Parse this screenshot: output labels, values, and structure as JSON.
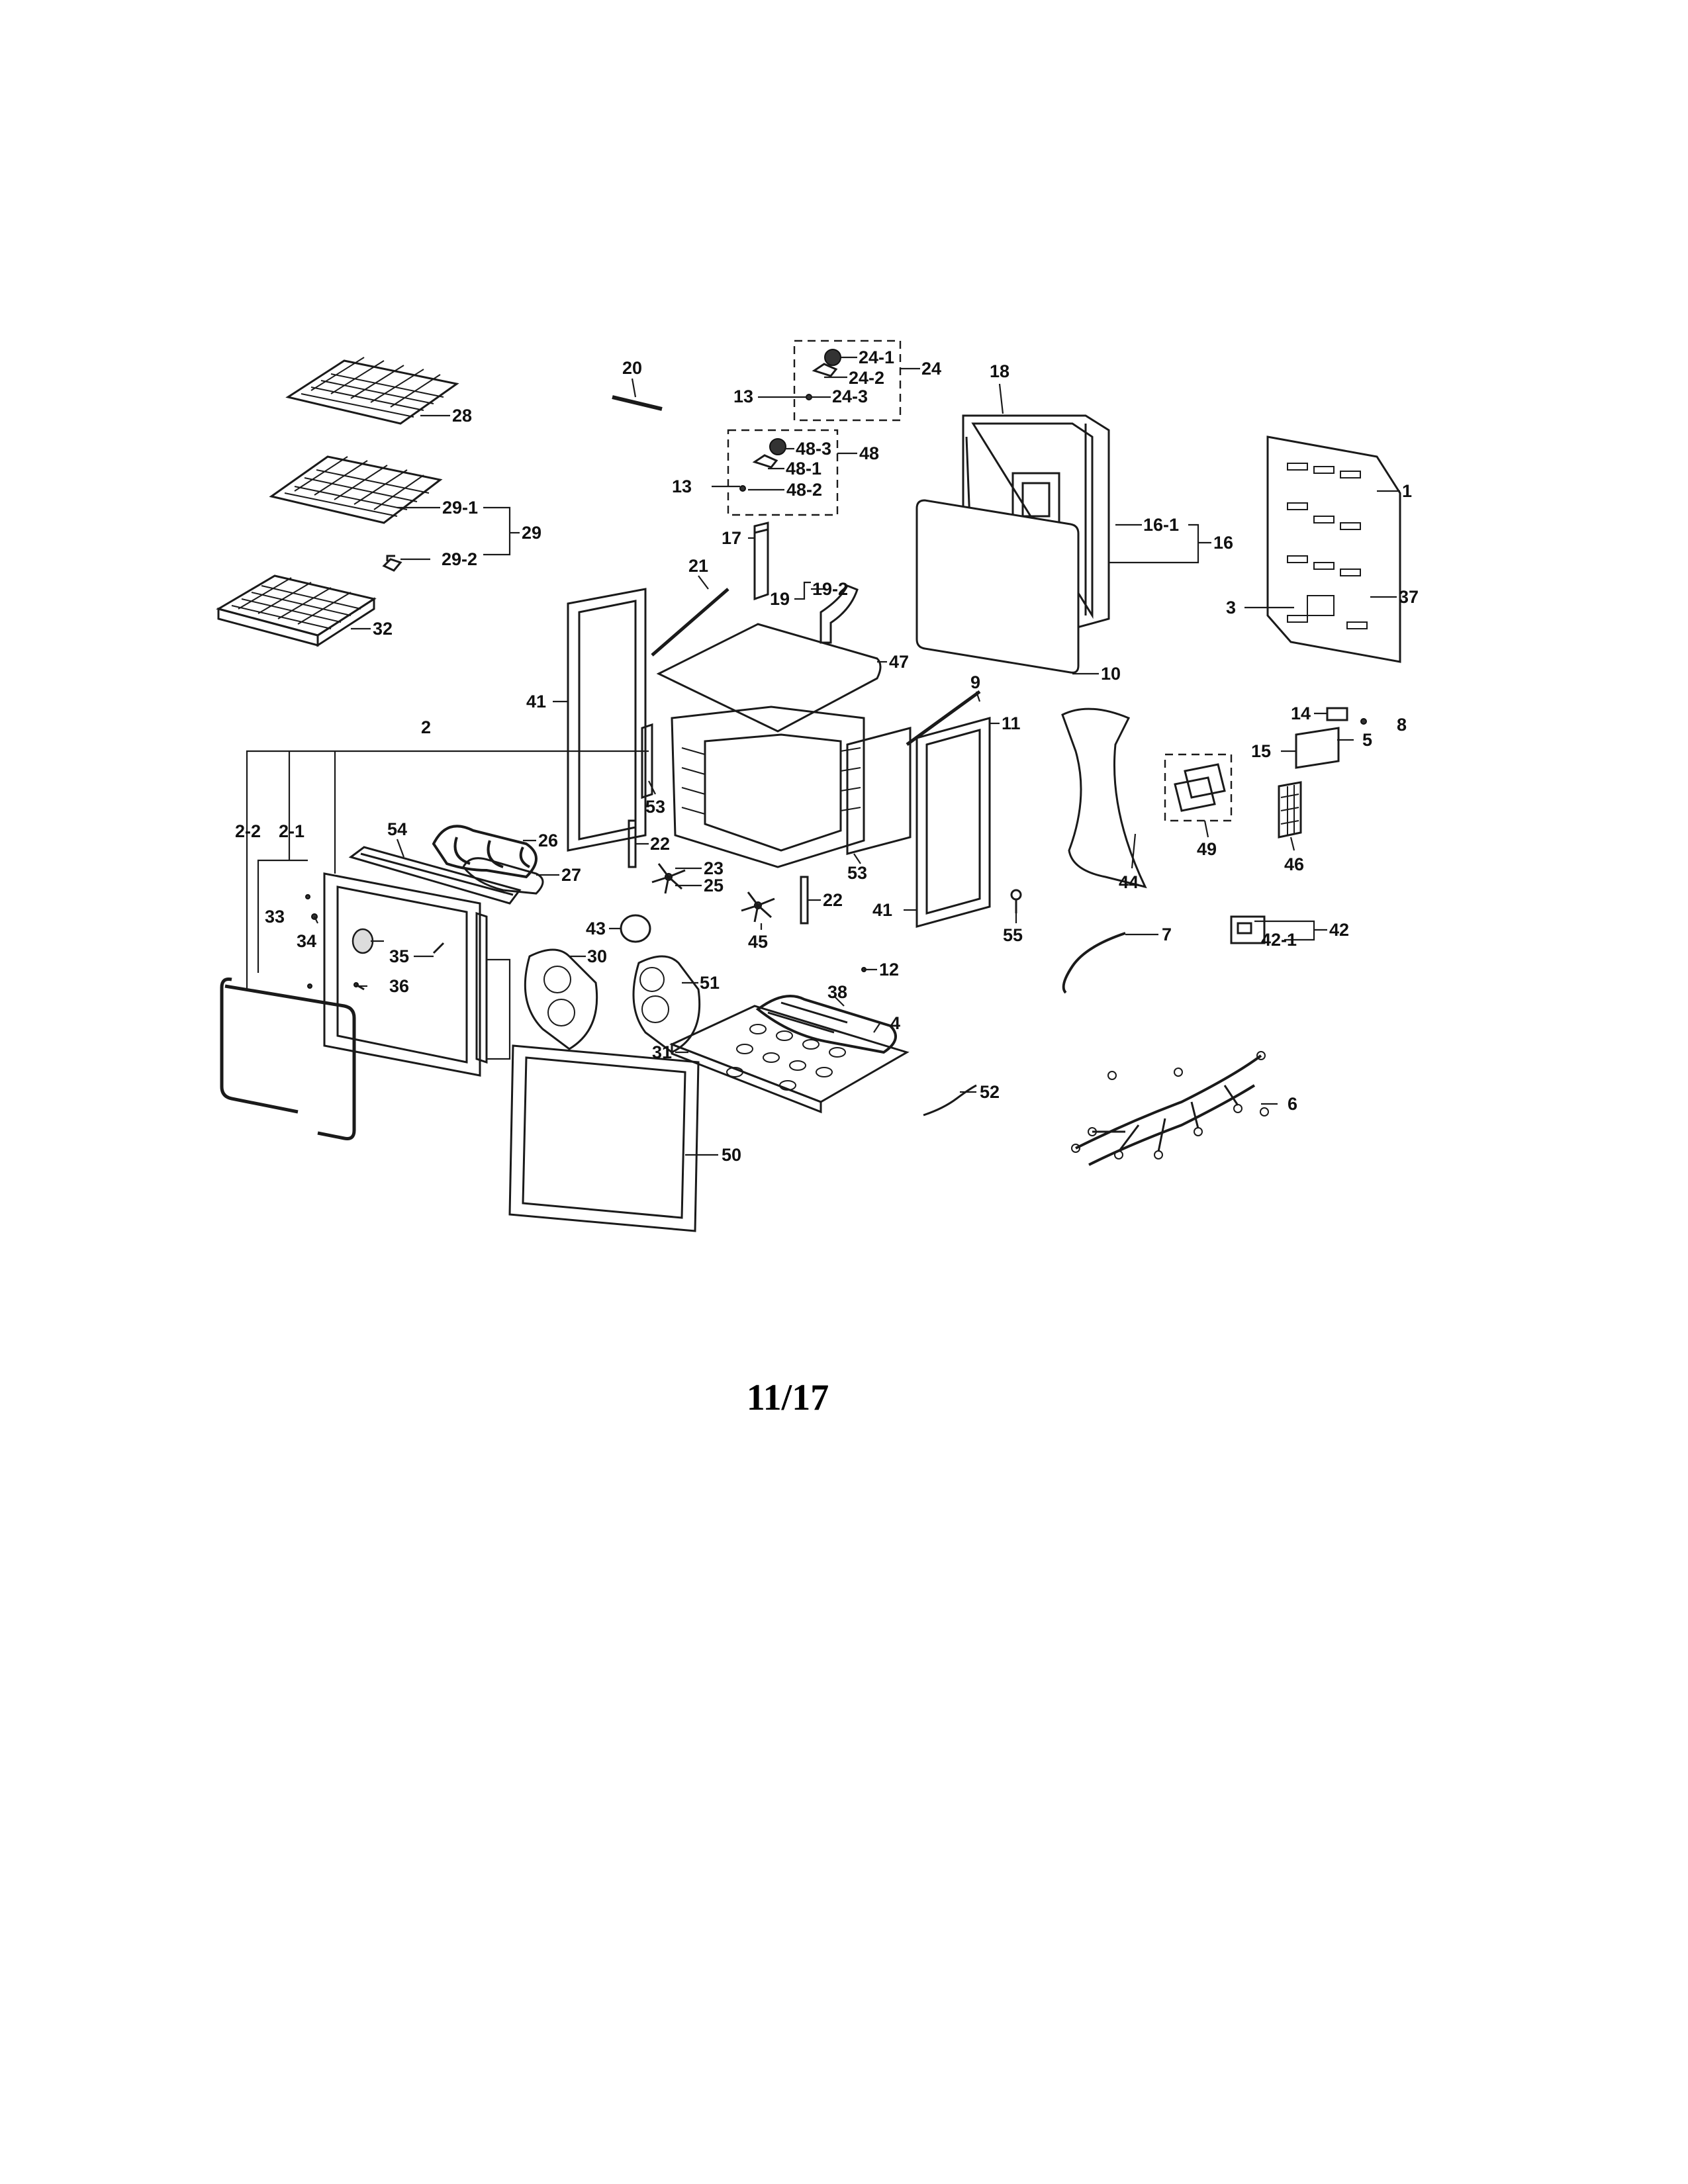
{
  "diagram": {
    "labels": [
      {
        "id": "l-20",
        "text": "20"
      },
      {
        "id": "l-24-1",
        "text": "24-1"
      },
      {
        "id": "l-24-2",
        "text": "24-2"
      },
      {
        "id": "l-24",
        "text": "24"
      },
      {
        "id": "l-24-3",
        "text": "24-3"
      },
      {
        "id": "l-13a",
        "text": "13"
      },
      {
        "id": "l-18",
        "text": "18"
      },
      {
        "id": "l-28",
        "text": "28"
      },
      {
        "id": "l-48-3",
        "text": "48-3"
      },
      {
        "id": "l-48",
        "text": "48"
      },
      {
        "id": "l-48-1",
        "text": "48-1"
      },
      {
        "id": "l-13b",
        "text": "13"
      },
      {
        "id": "l-48-2",
        "text": "48-2"
      },
      {
        "id": "l-1",
        "text": "1"
      },
      {
        "id": "l-29-1",
        "text": "29-1"
      },
      {
        "id": "l-29",
        "text": "29"
      },
      {
        "id": "l-29-2",
        "text": "29-2"
      },
      {
        "id": "l-17",
        "text": "17"
      },
      {
        "id": "l-16-1",
        "text": "16-1"
      },
      {
        "id": "l-16",
        "text": "16"
      },
      {
        "id": "l-21",
        "text": "21"
      },
      {
        "id": "l-19-2",
        "text": "19-2"
      },
      {
        "id": "l-19",
        "text": "19"
      },
      {
        "id": "l-3",
        "text": "3"
      },
      {
        "id": "l-37",
        "text": "37"
      },
      {
        "id": "l-32",
        "text": "32"
      },
      {
        "id": "l-47",
        "text": "47"
      },
      {
        "id": "l-10",
        "text": "10"
      },
      {
        "id": "l-41a",
        "text": "41"
      },
      {
        "id": "l-9",
        "text": "9"
      },
      {
        "id": "l-11",
        "text": "11"
      },
      {
        "id": "l-14",
        "text": "14"
      },
      {
        "id": "l-8",
        "text": "8"
      },
      {
        "id": "l-2",
        "text": "2"
      },
      {
        "id": "l-5",
        "text": "5"
      },
      {
        "id": "l-15",
        "text": "15"
      },
      {
        "id": "l-53a",
        "text": "53"
      },
      {
        "id": "l-2-2",
        "text": "2-2"
      },
      {
        "id": "l-2-1",
        "text": "2-1"
      },
      {
        "id": "l-54",
        "text": "54"
      },
      {
        "id": "l-26",
        "text": "26"
      },
      {
        "id": "l-22a",
        "text": "22"
      },
      {
        "id": "l-53b",
        "text": "53"
      },
      {
        "id": "l-44",
        "text": "44"
      },
      {
        "id": "l-49",
        "text": "49"
      },
      {
        "id": "l-46",
        "text": "46"
      },
      {
        "id": "l-23",
        "text": "23"
      },
      {
        "id": "l-27",
        "text": "27"
      },
      {
        "id": "l-25",
        "text": "25"
      },
      {
        "id": "l-22b",
        "text": "22"
      },
      {
        "id": "l-41b",
        "text": "41"
      },
      {
        "id": "l-33",
        "text": "33"
      },
      {
        "id": "l-43",
        "text": "43"
      },
      {
        "id": "l-45",
        "text": "45"
      },
      {
        "id": "l-55",
        "text": "55"
      },
      {
        "id": "l-7",
        "text": "7"
      },
      {
        "id": "l-42",
        "text": "42"
      },
      {
        "id": "l-42-1",
        "text": "42-1"
      },
      {
        "id": "l-34",
        "text": "34"
      },
      {
        "id": "l-35",
        "text": "35"
      },
      {
        "id": "l-30",
        "text": "30"
      },
      {
        "id": "l-12",
        "text": "12"
      },
      {
        "id": "l-36",
        "text": "36"
      },
      {
        "id": "l-51",
        "text": "51"
      },
      {
        "id": "l-38",
        "text": "38"
      },
      {
        "id": "l-4",
        "text": "4"
      },
      {
        "id": "l-31",
        "text": "31"
      },
      {
        "id": "l-52",
        "text": "52"
      },
      {
        "id": "l-6",
        "text": "6"
      },
      {
        "id": "l-50",
        "text": "50"
      }
    ]
  },
  "page_number": "11/17"
}
